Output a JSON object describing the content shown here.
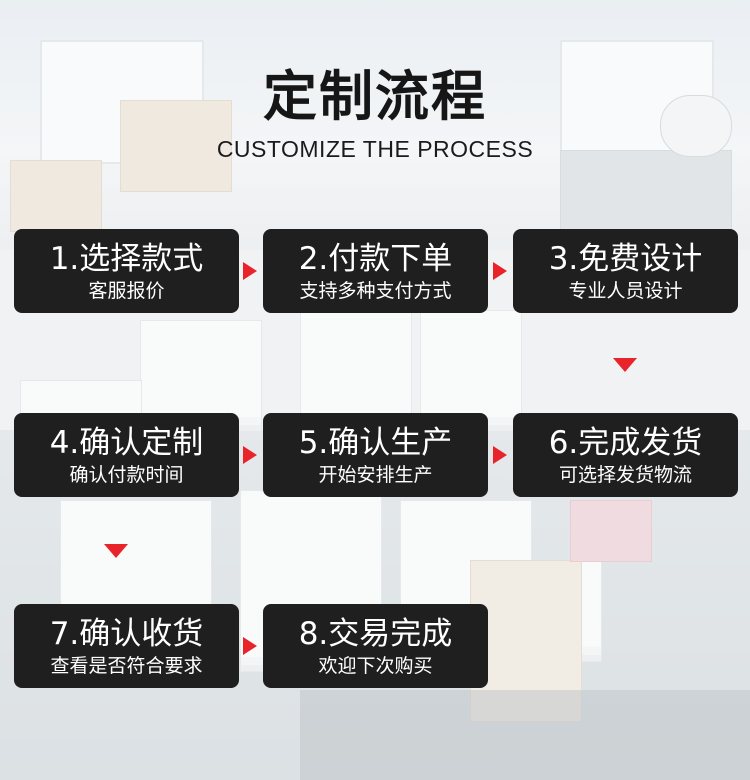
{
  "header": {
    "title": "定制流程",
    "subtitle": "CUSTOMIZE THE PROCESS"
  },
  "steps": [
    {
      "title": "1.选择款式",
      "desc": "客服报价"
    },
    {
      "title": "2.付款下单",
      "desc": "支持多种支付方式"
    },
    {
      "title": "3.免费设计",
      "desc": "专业人员设计"
    },
    {
      "title": "4.确认定制",
      "desc": "确认付款时间"
    },
    {
      "title": "5.确认生产",
      "desc": "开始安排生产"
    },
    {
      "title": "6.完成发货",
      "desc": "可选择发货物流"
    },
    {
      "title": "7.确认收货",
      "desc": "查看是否符合要求"
    },
    {
      "title": "8.交易完成",
      "desc": "欢迎下次购买"
    }
  ],
  "colors": {
    "box": "#1f1f1f",
    "arrow": "#e8232a",
    "text": "#ffffff"
  }
}
